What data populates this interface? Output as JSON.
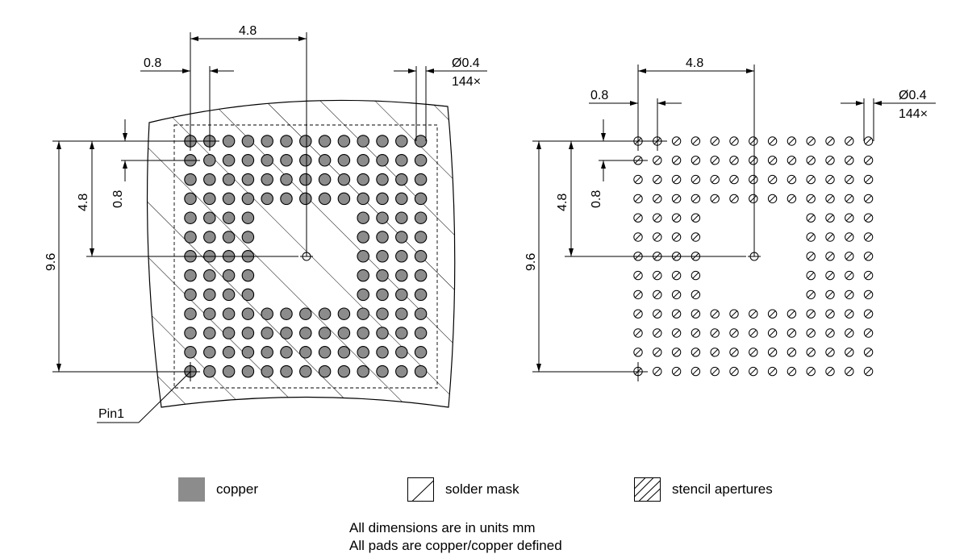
{
  "left_view": {
    "dim_pitch_h": "0.8",
    "dim_span_h": "4.8",
    "dim_diameter": "Ø0.4",
    "dim_count": "144×",
    "dim_span_v": "4.8",
    "dim_pitch_v": "0.8",
    "dim_total_v": "9.6",
    "pin1_label": "Pin1"
  },
  "right_view": {
    "dim_pitch_h": "0.8",
    "dim_span_h": "4.8",
    "dim_diameter": "Ø0.4",
    "dim_count": "144×",
    "dim_span_v": "4.8",
    "dim_pitch_v": "0.8",
    "dim_total_v": "9.6"
  },
  "legend": {
    "copper": "copper",
    "solder_mask": "solder mask",
    "stencil": "stencil apertures",
    "copper_color": "#8c8c8c"
  },
  "notes": {
    "line1": "All dimensions are in units mm",
    "line2": "All pads are copper/copper defined"
  }
}
